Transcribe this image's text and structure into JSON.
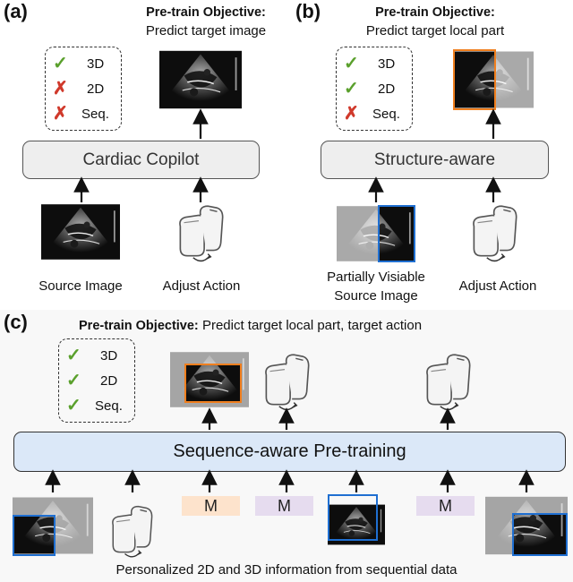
{
  "panel_a": {
    "label": "(a)",
    "objective_title": "Pre-train Objective:",
    "objective_text": "Predict target image",
    "model": "Cardiac Copilot",
    "legend": [
      {
        "mark": "✓",
        "status": "check",
        "text": "3D"
      },
      {
        "mark": "✗",
        "status": "cross",
        "text": "2D"
      },
      {
        "mark": "✗",
        "status": "cross",
        "text": "Seq."
      }
    ],
    "input1": "Source Image",
    "input2": "Adjust Action"
  },
  "panel_b": {
    "label": "(b)",
    "objective_title": "Pre-train Objective:",
    "objective_text": "Predict target local part",
    "model": "Structure-aware",
    "legend": [
      {
        "mark": "✓",
        "status": "check",
        "text": "3D"
      },
      {
        "mark": "✓",
        "status": "check",
        "text": "2D"
      },
      {
        "mark": "✗",
        "status": "cross",
        "text": "Seq."
      }
    ],
    "input1_line1": "Partially Visiable",
    "input1_line2": "Source Image",
    "input2": "Adjust Action"
  },
  "panel_c": {
    "label": "(c)",
    "objective_title": "Pre-train Objective:",
    "objective_text": "Predict target local part, target action",
    "model": "Sequence-aware Pre-training",
    "legend": [
      {
        "mark": "✓",
        "status": "check",
        "text": "3D"
      },
      {
        "mark": "✓",
        "status": "check",
        "text": "2D"
      },
      {
        "mark": "✓",
        "status": "check",
        "text": "Seq."
      }
    ],
    "mask_token": "M",
    "caption": "Personalized 2D and 3D information from sequential data"
  },
  "colors": {
    "check": "#5aa02c",
    "cross": "#d0392b",
    "orange": "#f07f1e",
    "blue": "#1f6fd1",
    "mask_orange": "#fde3cc",
    "mask_purple": "#e6dcef",
    "panel_c_bg": "#f8f8f8",
    "blue_box": "#dbe8f8"
  }
}
